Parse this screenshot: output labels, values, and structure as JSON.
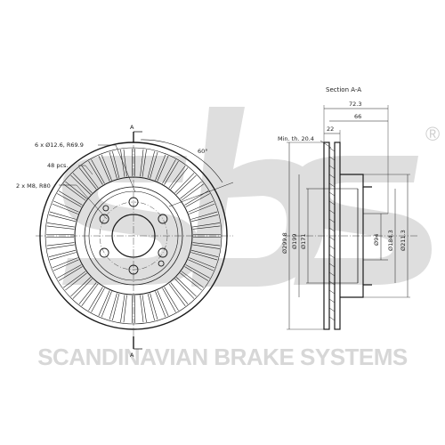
{
  "watermark": {
    "logo_text": "sbs",
    "registered_mark": "®",
    "brand_line": "SCANDINAVIAN BRAKE SYSTEMS",
    "color": "#d9d9d9"
  },
  "front_view": {
    "hole_label": "6 x Ø12.6, R69.9",
    "vent_label": "48 pcs.",
    "thread_label": "2 x M8, R80",
    "angle_label": "60°",
    "section_marker_top": "A",
    "section_marker_bottom": "A"
  },
  "section_view": {
    "title": "Section A-A",
    "min_thickness": "Min. th. 20.4",
    "dims_horizontal": [
      "72.3",
      "66",
      "22"
    ],
    "dims_vertical": [
      "Ø299.8",
      "Ø199",
      "Ø171",
      "Ø94",
      "Ø184.3",
      "Ø211.3"
    ]
  },
  "colors": {
    "line": "#1a1a1a",
    "dim_line": "#333333",
    "watermark": "#d9d9d9"
  }
}
